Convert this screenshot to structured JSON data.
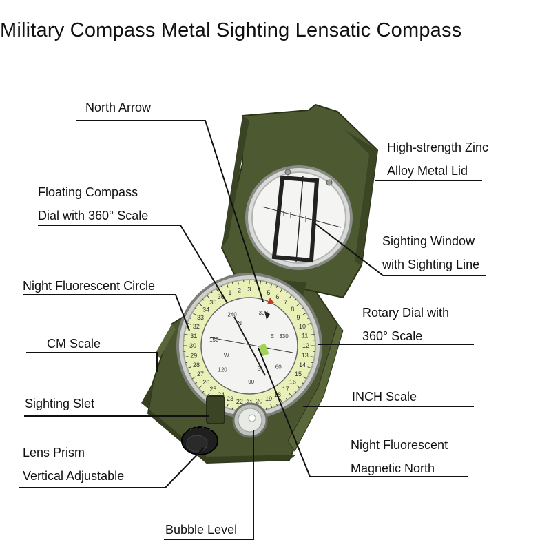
{
  "title": "Military Compass Metal Sighting Lensatic Compass",
  "labels": {
    "north_arrow": "North Arrow",
    "lid_1": "High-strength Zinc",
    "lid_2": "Alloy Metal Lid",
    "floating_1": "Floating Compass",
    "floating_2": "Dial with 360° Scale",
    "window_1": "Sighting Window",
    "window_2": "with Sighting Line",
    "night_circle": "Night Fluorescent Circle",
    "rotary_1": "Rotary Dial with",
    "rotary_2": "360° Scale",
    "cm_scale": "CM Scale",
    "inch_scale": "INCH Scale",
    "sighting_slet": "Sighting Slet",
    "magnetic_1": "Night Fluorescent",
    "magnetic_2": "Magnetic North",
    "lens_1": "Lens Prism",
    "lens_2": "Vertical Adjustable",
    "bubble": "Bubble Level"
  },
  "dial": {
    "outer_numbers": [
      "32",
      "33",
      "34",
      "35",
      "36",
      "1",
      "2",
      "3",
      "4",
      "5",
      "6",
      "7",
      "8",
      "9",
      "10",
      "11",
      "12",
      "13",
      "14",
      "15",
      "16",
      "17",
      "18",
      "19",
      "20",
      "21",
      "22",
      "23",
      "24",
      "25",
      "26",
      "27",
      "28",
      "29",
      "30",
      "31"
    ],
    "inner_numbers": [
      "240",
      "300",
      "330",
      "60",
      "90",
      "120",
      "150"
    ],
    "cardinals": [
      "W",
      "N",
      "E",
      "S"
    ]
  },
  "colors": {
    "body_green": "#4e5a32",
    "body_dark": "#3a4424",
    "lime_ring": "#e6f0b0",
    "dial_face": "#f2f2f0"
  }
}
